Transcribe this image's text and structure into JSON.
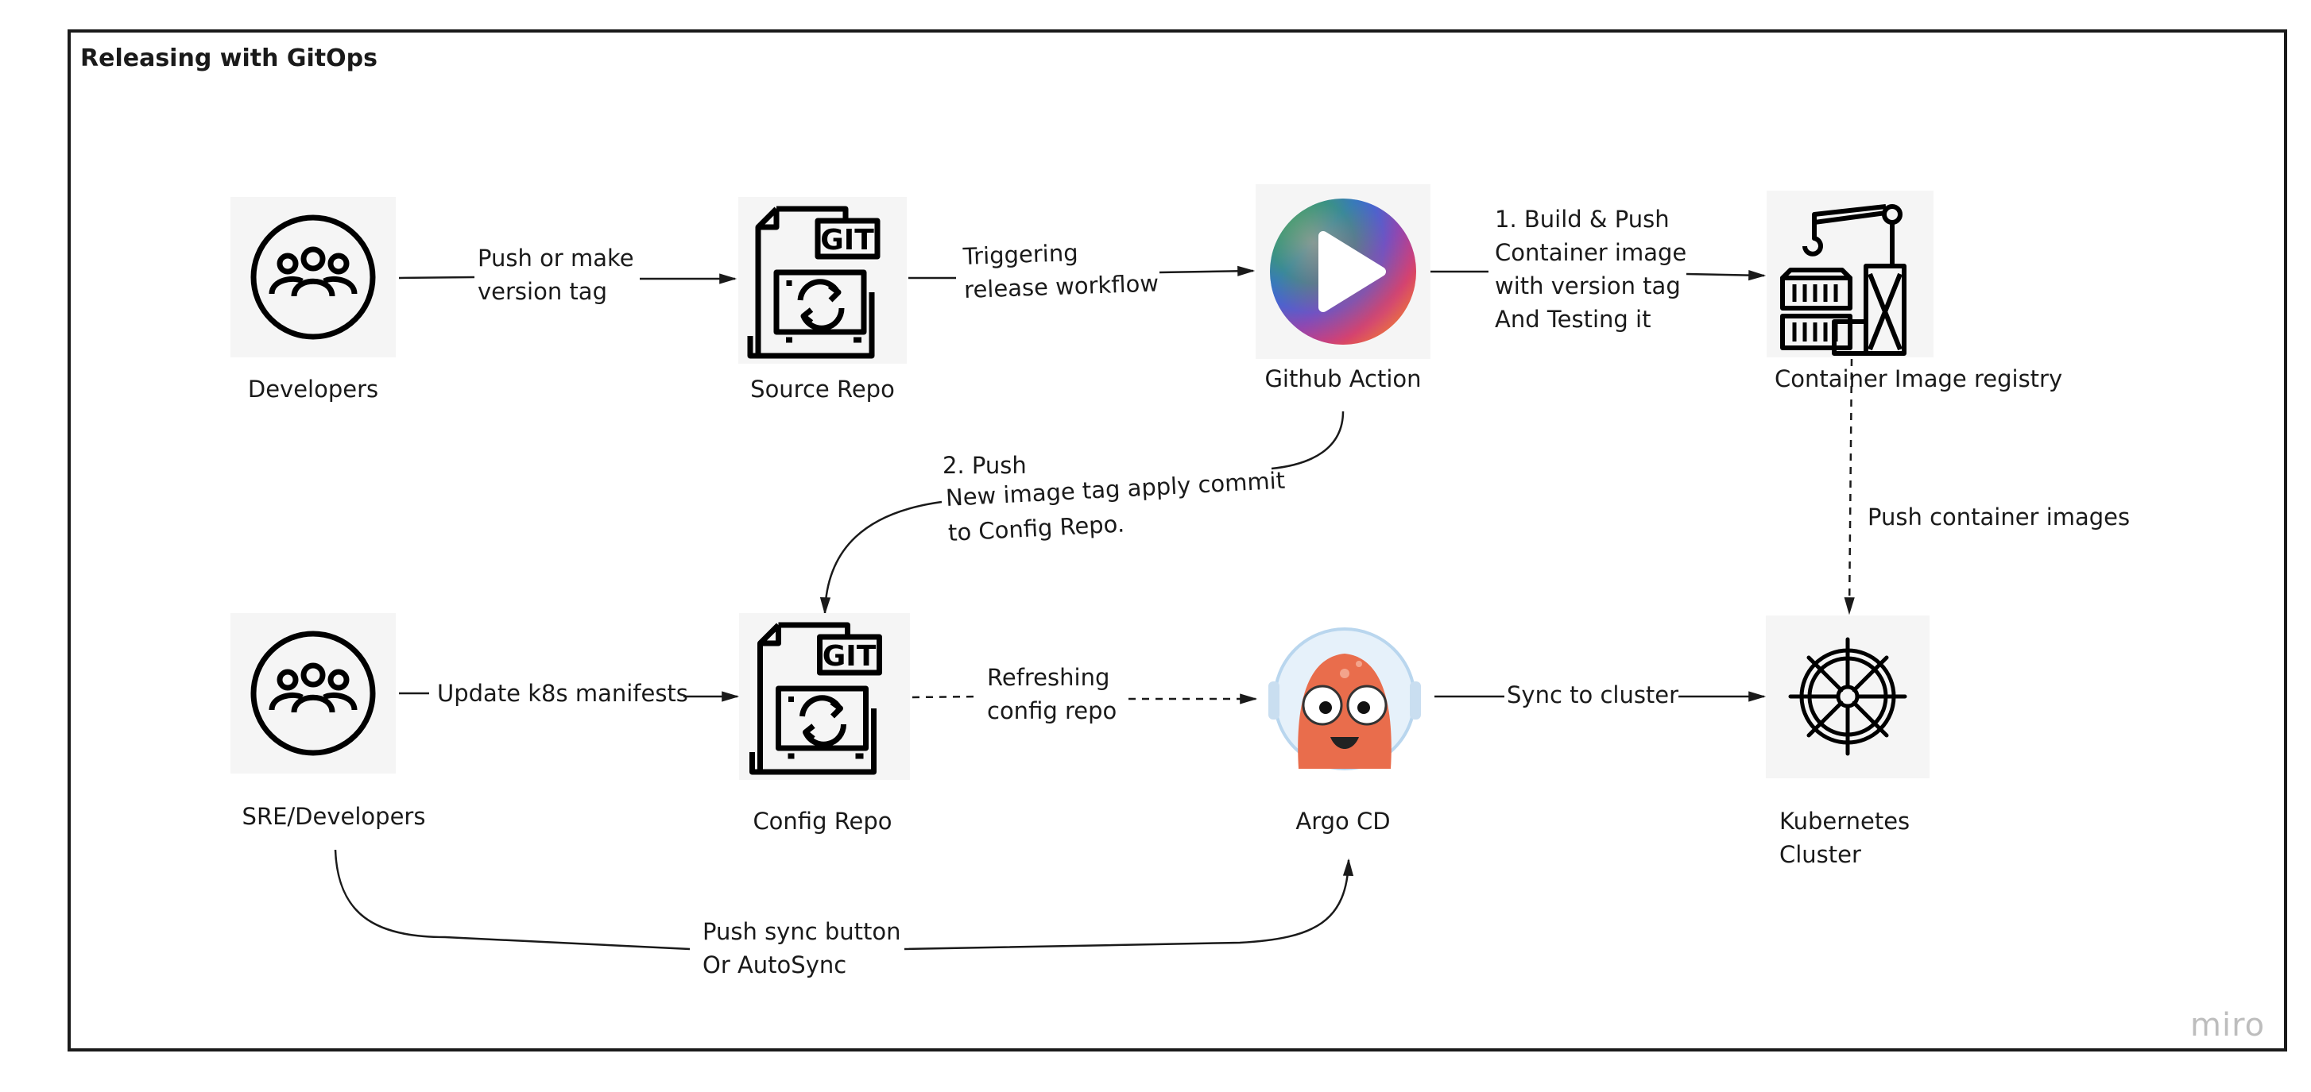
{
  "diagram": {
    "title": "Releasing with GitOps",
    "nodes": {
      "developers": {
        "label": "Developers",
        "icon": "team-icon"
      },
      "source_repo": {
        "label": "Source Repo",
        "icon": "git-repo-icon"
      },
      "github_action": {
        "label": "Github Action",
        "icon": "play-icon"
      },
      "registry": {
        "label": "Container Image registry",
        "icon": "container-crane-icon"
      },
      "sre": {
        "label": "SRE/Developers",
        "icon": "team-icon"
      },
      "config_repo": {
        "label": "Config Repo",
        "icon": "git-repo-icon"
      },
      "argocd": {
        "label": "Argo CD",
        "icon": "argo-mascot-icon"
      },
      "kubernetes": {
        "label": "Kubernetes\nCluster",
        "icon": "helm-wheel-icon"
      }
    },
    "edges": {
      "push_tag": "Push or make\nversion tag",
      "triggering": "Triggering\nrelease workflow",
      "build_push": "1. Build & Push\nContainer image\nwith version tag\nAnd Testing it",
      "push_commit_step": "2. Push",
      "push_commit_line1": "New image tag apply commit",
      "push_commit_line2": "to Config Repo.",
      "push_images": "Push container images",
      "update_manifests": "Update k8s manifests",
      "refreshing": "Refreshing\nconfig repo",
      "sync_cluster": "Sync to cluster",
      "sync_button": "Push sync button\nOr AutoSync"
    }
  },
  "watermark": "miro",
  "colors": {
    "line": "#1a1a1a",
    "tile": "#f5f5f5",
    "argo_orange": "#e96d4c",
    "watermark": "#bdbdbd"
  }
}
